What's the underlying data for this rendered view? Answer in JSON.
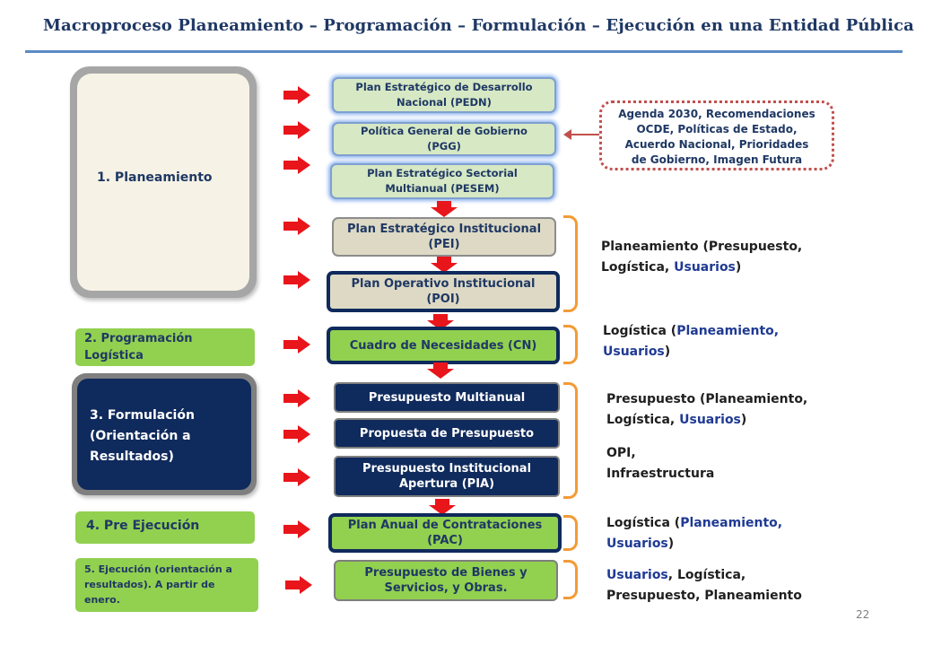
{
  "title": "Macroproceso  Planeamiento – Programación – Formulación – Ejecución en una Entidad Pública",
  "phases": {
    "planeamiento": "1. Planeamiento",
    "programacion": [
      "2. Programación",
      "Logística"
    ],
    "formulacion": [
      "3. Formulación",
      "(Orientación a",
      "Resultados)"
    ],
    "pre_ejecucion": "4. Pre Ejecución",
    "ejecucion": [
      "5. Ejecución (orientación a",
      "resultados). A partir de",
      "enero."
    ]
  },
  "boxes": {
    "pedn": [
      "Plan Estratégico de Desarrollo",
      "Nacional (PEDN)"
    ],
    "pgg": [
      "Política General de Gobierno",
      "(PGG)"
    ],
    "pesem": [
      "Plan Estratégico Sectorial",
      "Multianual (PESEM)"
    ],
    "pei": [
      "Plan Estratégico Institucional",
      "(PEI)"
    ],
    "poi": [
      "Plan Operativo Institucional",
      "(POI)"
    ],
    "cn": "Cuadro de Necesidades (CN)",
    "multianual": "Presupuesto Multianual",
    "propuesta": "Propuesta de Presupuesto",
    "pia": [
      "Presupuesto Institucional",
      "Apertura (PIA)"
    ],
    "pac": [
      "Plan Anual de Contrataciones",
      "(PAC)"
    ],
    "bienes": [
      "Presupuesto de Bienes y",
      "Servicios, y Obras."
    ]
  },
  "agenda": [
    "Agenda 2030, Recomendaciones",
    "OCDE, Políticas de Estado,",
    "Acuerdo Nacional, Prioridades",
    "de Gobierno, Imagen Futura"
  ],
  "notes": {
    "planeamiento_a": "Planeamiento (Presupuesto,",
    "planeamiento_b": "Logística, ",
    "planeamiento_c": "Usuarios",
    "planeamiento_d": ")",
    "cn_a": "Logística (",
    "cn_b": "Planeamiento,",
    "cn_c": "Usuarios",
    "cn_d": ")",
    "pres_a": "Presupuesto (Planeamiento,",
    "pres_b": "Logística, ",
    "pres_c": "Usuarios",
    "pres_d": ")",
    "opi_a": "OPI,",
    "opi_b": "Infraestructura",
    "pac_a": "Logística (",
    "pac_b": "Planeamiento,",
    "pac_c": "Usuarios",
    "pac_d": ")",
    "ej_a": "Usuarios",
    "ej_b": ", Logística,",
    "ej_c": "Presupuesto, Planeamiento"
  },
  "page_number": "22",
  "colors": {
    "accent_red": "#e8151b",
    "navy": "#0f2a5c",
    "green": "#92d050",
    "brace": "#f29b35"
  }
}
